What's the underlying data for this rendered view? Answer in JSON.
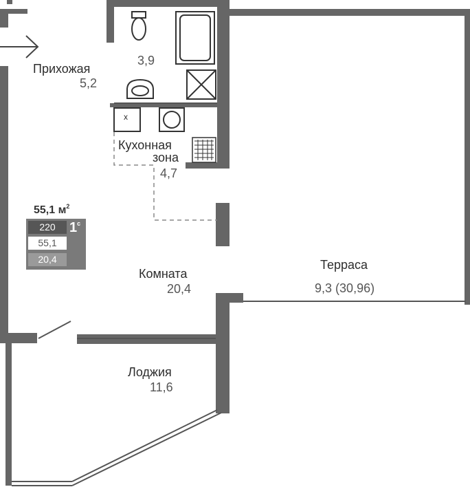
{
  "summary": {
    "total_area": "55,1 м",
    "total_area_sup": "2",
    "rooms": "1",
    "rooms_sup": "с",
    "cells": [
      "220",
      "55,1",
      "20,4"
    ]
  },
  "rooms": {
    "hall": {
      "name": "Прихожая",
      "area": "5,2"
    },
    "bathroom": {
      "area": "3,9"
    },
    "kitchen": {
      "name_line1": "Кухонная",
      "name_line2": "зона",
      "area": "4,7"
    },
    "living": {
      "name": "Комната",
      "area": "20,4"
    },
    "loggia": {
      "name": "Лоджия",
      "area": "11,6"
    },
    "terrace": {
      "name": "Терраса",
      "area": "9,3",
      "area_full": "(30,96)"
    }
  },
  "fixtures": {
    "hob_label": "x"
  }
}
